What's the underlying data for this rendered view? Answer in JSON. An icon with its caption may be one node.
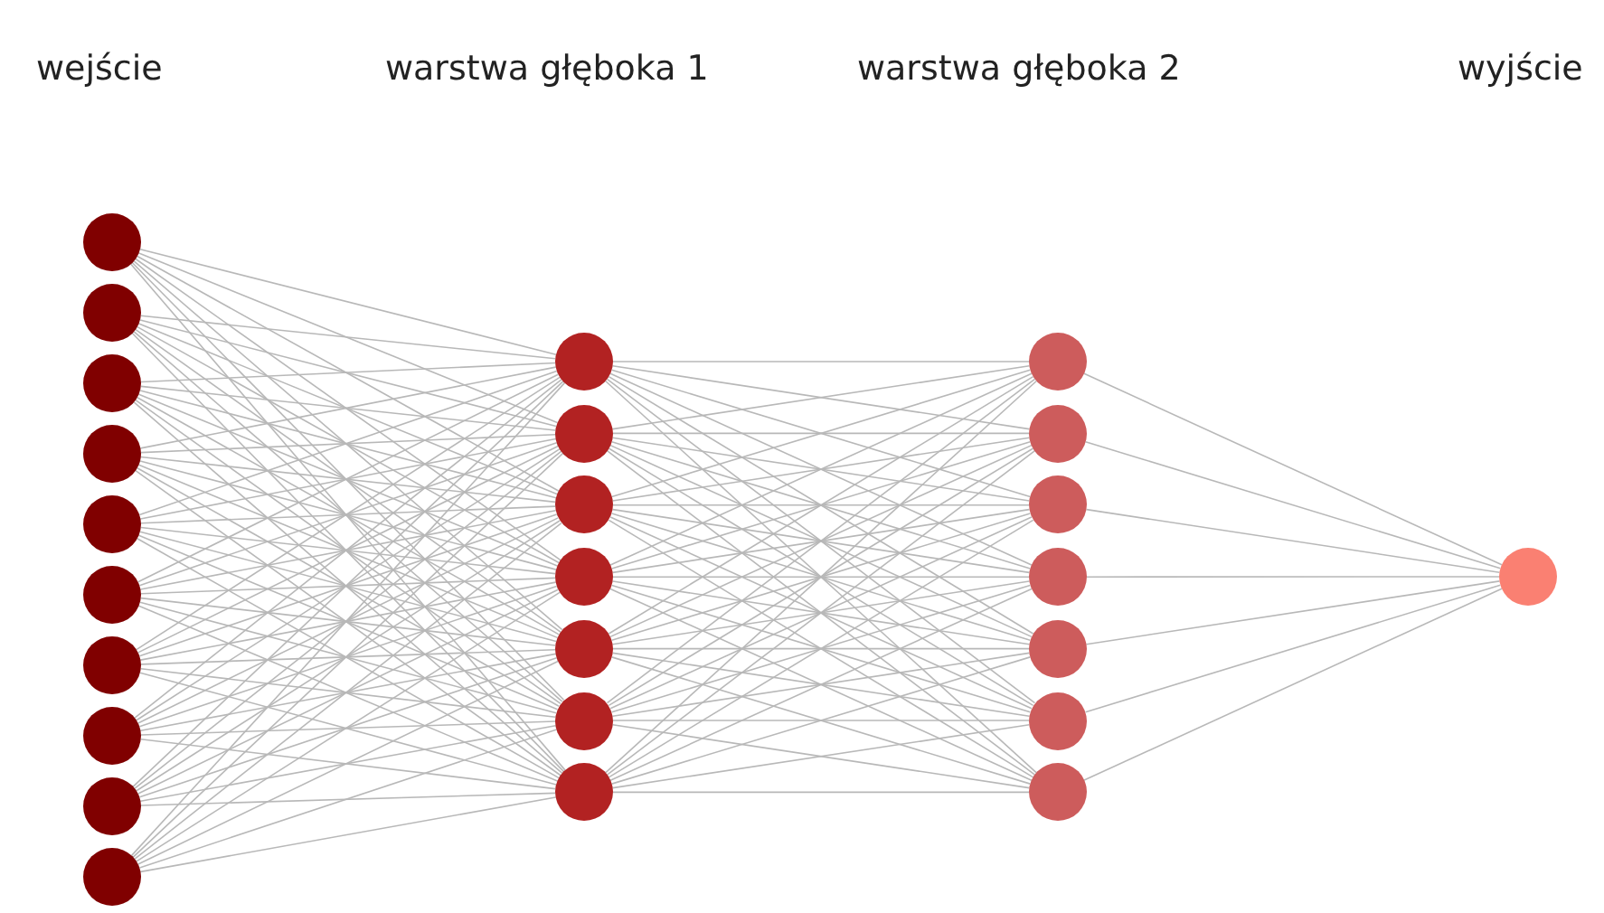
{
  "diagram": {
    "nodes": [
      {
        "text": [],
        "shape": "circle"
      },
      {
        "text": [],
        "shape": "circle"
      },
      {
        "text": [],
        "shape": "circle"
      },
      {
        "text": [],
        "shape": "circle"
      },
      {
        "text": [],
        "shape": "circle"
      },
      {
        "text": [],
        "shape": "circle"
      },
      {
        "text": [],
        "shape": "circle"
      },
      {
        "text": [],
        "shape": "circle"
      },
      {
        "text": [],
        "shape": "circle"
      },
      {
        "text": [],
        "shape": "circle"
      },
      {
        "text": [],
        "shape": "circle"
      },
      {
        "text": [],
        "shape": "circle"
      },
      {
        "text": [],
        "shape": "circle"
      },
      {
        "text": [],
        "shape": "circle"
      },
      {
        "text": [],
        "shape": "circle"
      },
      {
        "text": [],
        "shape": "circle"
      },
      {
        "text": [],
        "shape": "circle"
      },
      {
        "text": [],
        "shape": "circle"
      },
      {
        "text": [],
        "shape": "circle"
      },
      {
        "text": [],
        "shape": "circle"
      },
      {
        "text": [],
        "shape": "circle"
      },
      {
        "text": [],
        "shape": "circle"
      },
      {
        "text": [],
        "shape": "circle"
      },
      {
        "text": [],
        "shape": "circle"
      },
      {
        "text": [],
        "shape": "circle"
      }
    ],
    "edges": [
      {
        "from": 0,
        "to": 10,
        "arrow": "none"
      },
      {
        "from": 0,
        "to": 11,
        "arrow": "none"
      },
      {
        "from": 0,
        "to": 12,
        "arrow": "none"
      },
      {
        "from": 0,
        "to": 13,
        "arrow": "none"
      },
      {
        "from": 0,
        "to": 14,
        "arrow": "none"
      },
      {
        "from": 0,
        "to": 15,
        "arrow": "none"
      },
      {
        "from": 0,
        "to": 16,
        "arrow": "none"
      },
      {
        "from": 1,
        "to": 10,
        "arrow": "none"
      },
      {
        "from": 1,
        "to": 11,
        "arrow": "none"
      },
      {
        "from": 1,
        "to": 12,
        "arrow": "none"
      },
      {
        "from": 1,
        "to": 13,
        "arrow": "none"
      },
      {
        "from": 1,
        "to": 14,
        "arrow": "none"
      },
      {
        "from": 1,
        "to": 15,
        "arrow": "none"
      },
      {
        "from": 1,
        "to": 16,
        "arrow": "none"
      },
      {
        "from": 2,
        "to": 10,
        "arrow": "none"
      },
      {
        "from": 2,
        "to": 11,
        "arrow": "none"
      },
      {
        "from": 2,
        "to": 12,
        "arrow": "none"
      },
      {
        "from": 2,
        "to": 13,
        "arrow": "none"
      },
      {
        "from": 2,
        "to": 14,
        "arrow": "none"
      },
      {
        "from": 2,
        "to": 15,
        "arrow": "none"
      },
      {
        "from": 2,
        "to": 16,
        "arrow": "none"
      },
      {
        "from": 3,
        "to": 10,
        "arrow": "none"
      },
      {
        "from": 3,
        "to": 11,
        "arrow": "none"
      },
      {
        "from": 3,
        "to": 12,
        "arrow": "none"
      },
      {
        "from": 3,
        "to": 13,
        "arrow": "none"
      },
      {
        "from": 3,
        "to": 14,
        "arrow": "none"
      },
      {
        "from": 3,
        "to": 15,
        "arrow": "none"
      },
      {
        "from": 3,
        "to": 16,
        "arrow": "none"
      },
      {
        "from": 4,
        "to": 10,
        "arrow": "none"
      },
      {
        "from": 4,
        "to": 11,
        "arrow": "none"
      },
      {
        "from": 4,
        "to": 12,
        "arrow": "none"
      },
      {
        "from": 4,
        "to": 13,
        "arrow": "none"
      },
      {
        "from": 4,
        "to": 14,
        "arrow": "none"
      },
      {
        "from": 4,
        "to": 15,
        "arrow": "none"
      },
      {
        "from": 4,
        "to": 16,
        "arrow": "none"
      },
      {
        "from": 5,
        "to": 10,
        "arrow": "none"
      },
      {
        "from": 5,
        "to": 11,
        "arrow": "none"
      },
      {
        "from": 5,
        "to": 12,
        "arrow": "none"
      },
      {
        "from": 5,
        "to": 13,
        "arrow": "none"
      },
      {
        "from": 5,
        "to": 14,
        "arrow": "none"
      },
      {
        "from": 5,
        "to": 15,
        "arrow": "none"
      },
      {
        "from": 5,
        "to": 16,
        "arrow": "none"
      },
      {
        "from": 6,
        "to": 10,
        "arrow": "none"
      },
      {
        "from": 6,
        "to": 11,
        "arrow": "none"
      },
      {
        "from": 6,
        "to": 12,
        "arrow": "none"
      },
      {
        "from": 6,
        "to": 13,
        "arrow": "none"
      },
      {
        "from": 6,
        "to": 14,
        "arrow": "none"
      },
      {
        "from": 6,
        "to": 15,
        "arrow": "none"
      },
      {
        "from": 6,
        "to": 16,
        "arrow": "none"
      },
      {
        "from": 7,
        "to": 10,
        "arrow": "none"
      },
      {
        "from": 7,
        "to": 11,
        "arrow": "none"
      },
      {
        "from": 7,
        "to": 12,
        "arrow": "none"
      },
      {
        "from": 7,
        "to": 13,
        "arrow": "none"
      },
      {
        "from": 7,
        "to": 14,
        "arrow": "none"
      },
      {
        "from": 7,
        "to": 15,
        "arrow": "none"
      },
      {
        "from": 7,
        "to": 16,
        "arrow": "none"
      },
      {
        "from": 8,
        "to": 10,
        "arrow": "none"
      },
      {
        "from": 8,
        "to": 11,
        "arrow": "none"
      },
      {
        "from": 8,
        "to": 12,
        "arrow": "none"
      },
      {
        "from": 8,
        "to": 13,
        "arrow": "none"
      },
      {
        "from": 8,
        "to": 14,
        "arrow": "none"
      },
      {
        "from": 8,
        "to": 15,
        "arrow": "none"
      },
      {
        "from": 8,
        "to": 16,
        "arrow": "none"
      },
      {
        "from": 9,
        "to": 10,
        "arrow": "none"
      },
      {
        "from": 9,
        "to": 11,
        "arrow": "none"
      },
      {
        "from": 9,
        "to": 12,
        "arrow": "none"
      },
      {
        "from": 9,
        "to": 13,
        "arrow": "none"
      },
      {
        "from": 9,
        "to": 14,
        "arrow": "none"
      },
      {
        "from": 9,
        "to": 15,
        "arrow": "none"
      },
      {
        "from": 9,
        "to": 16,
        "arrow": "none"
      },
      {
        "from": 10,
        "to": 17,
        "arrow": "none"
      },
      {
        "from": 10,
        "to": 18,
        "arrow": "none"
      },
      {
        "from": 10,
        "to": 19,
        "arrow": "none"
      },
      {
        "from": 10,
        "to": 20,
        "arrow": "none"
      },
      {
        "from": 10,
        "to": 21,
        "arrow": "none"
      },
      {
        "from": 10,
        "to": 22,
        "arrow": "none"
      },
      {
        "from": 10,
        "to": 23,
        "arrow": "none"
      },
      {
        "from": 11,
        "to": 17,
        "arrow": "none"
      },
      {
        "from": 11,
        "to": 18,
        "arrow": "none"
      },
      {
        "from": 11,
        "to": 19,
        "arrow": "none"
      },
      {
        "from": 11,
        "to": 20,
        "arrow": "none"
      },
      {
        "from": 11,
        "to": 21,
        "arrow": "none"
      },
      {
        "from": 11,
        "to": 22,
        "arrow": "none"
      },
      {
        "from": 11,
        "to": 23,
        "arrow": "none"
      },
      {
        "from": 12,
        "to": 17,
        "arrow": "none"
      },
      {
        "from": 12,
        "to": 18,
        "arrow": "none"
      },
      {
        "from": 12,
        "to": 19,
        "arrow": "none"
      },
      {
        "from": 12,
        "to": 20,
        "arrow": "none"
      },
      {
        "from": 12,
        "to": 21,
        "arrow": "none"
      },
      {
        "from": 12,
        "to": 22,
        "arrow": "none"
      },
      {
        "from": 12,
        "to": 23,
        "arrow": "none"
      },
      {
        "from": 13,
        "to": 17,
        "arrow": "none"
      },
      {
        "from": 13,
        "to": 18,
        "arrow": "none"
      },
      {
        "from": 13,
        "to": 19,
        "arrow": "none"
      },
      {
        "from": 13,
        "to": 20,
        "arrow": "none"
      },
      {
        "from": 13,
        "to": 21,
        "arrow": "none"
      },
      {
        "from": 13,
        "to": 22,
        "arrow": "none"
      },
      {
        "from": 13,
        "to": 23,
        "arrow": "none"
      },
      {
        "from": 14,
        "to": 17,
        "arrow": "none"
      },
      {
        "from": 14,
        "to": 18,
        "arrow": "none"
      },
      {
        "from": 14,
        "to": 19,
        "arrow": "none"
      },
      {
        "from": 14,
        "to": 20,
        "arrow": "none"
      },
      {
        "from": 14,
        "to": 21,
        "arrow": "none"
      },
      {
        "from": 14,
        "to": 22,
        "arrow": "none"
      },
      {
        "from": 14,
        "to": 23,
        "arrow": "none"
      },
      {
        "from": 15,
        "to": 17,
        "arrow": "none"
      },
      {
        "from": 15,
        "to": 18,
        "arrow": "none"
      },
      {
        "from": 15,
        "to": 19,
        "arrow": "none"
      },
      {
        "from": 15,
        "to": 20,
        "arrow": "none"
      },
      {
        "from": 15,
        "to": 21,
        "arrow": "none"
      },
      {
        "from": 15,
        "to": 22,
        "arrow": "none"
      },
      {
        "from": 15,
        "to": 23,
        "arrow": "none"
      },
      {
        "from": 16,
        "to": 17,
        "arrow": "none"
      },
      {
        "from": 16,
        "to": 18,
        "arrow": "none"
      },
      {
        "from": 16,
        "to": 19,
        "arrow": "none"
      },
      {
        "from": 16,
        "to": 20,
        "arrow": "none"
      },
      {
        "from": 16,
        "to": 21,
        "arrow": "none"
      },
      {
        "from": 16,
        "to": 22,
        "arrow": "none"
      },
      {
        "from": 16,
        "to": 23,
        "arrow": "none"
      },
      {
        "from": 17,
        "to": 24,
        "arrow": "none"
      },
      {
        "from": 18,
        "to": 24,
        "arrow": "none"
      },
      {
        "from": 19,
        "to": 24,
        "arrow": "none"
      },
      {
        "from": 20,
        "to": 24,
        "arrow": "none"
      },
      {
        "from": 21,
        "to": 24,
        "arrow": "none"
      },
      {
        "from": 22,
        "to": 24,
        "arrow": "none"
      },
      {
        "from": 23,
        "to": 24,
        "arrow": "none"
      }
    ],
    "labels": [
      "wejście",
      "warstwa głęboka 1",
      "warstwa głęboka 2",
      "wyjście"
    ]
  }
}
